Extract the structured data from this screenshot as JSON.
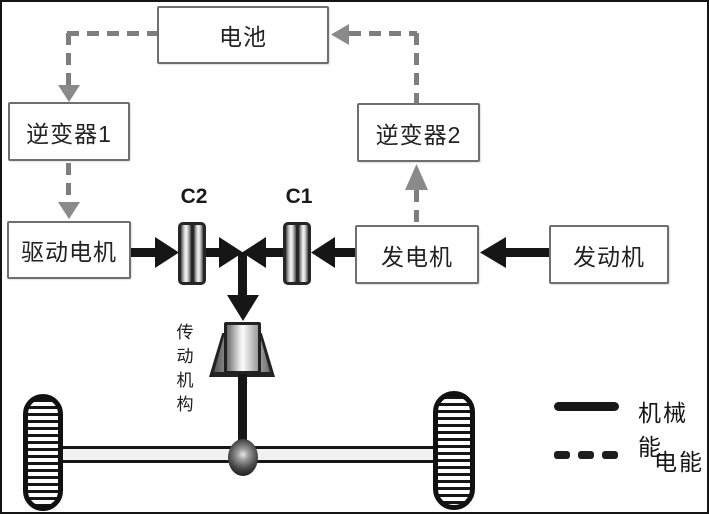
{
  "diagram": {
    "boxes": {
      "battery": "电池",
      "inverter1": "逆变器1",
      "inverter2": "逆变器2",
      "drive_motor": "驱动电机",
      "generator": "发电机",
      "engine": "发动机"
    },
    "clutches": {
      "c2": "C2",
      "c1": "C1"
    },
    "transmission": {
      "label": "传动机构"
    },
    "legend": {
      "mechanical": "机械能",
      "electrical": "电能"
    },
    "colors": {
      "mechanical_line": "#161616",
      "electrical_line": "#7e7e7e",
      "box_border": "#6f6f6f",
      "background": "#ffffff"
    }
  }
}
